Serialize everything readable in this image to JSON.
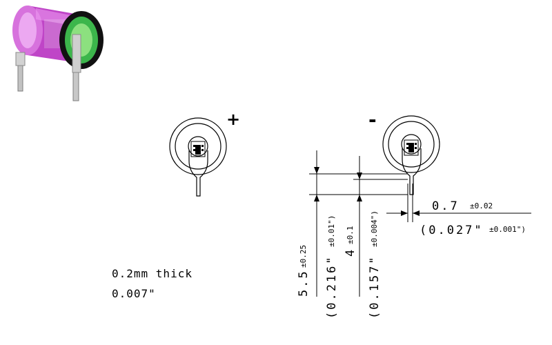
{
  "symbols": {
    "positive": "+",
    "negative": "-"
  },
  "dimensions": {
    "tab_width_mm": "0.7",
    "tab_width_mm_tol": "±0.02",
    "tab_width_in": "(0.027\"",
    "tab_width_in_tol": "±0.001\")",
    "outer_length_mm": "5.5",
    "outer_length_mm_tol": "±0.25",
    "outer_length_in": "(0.216\"",
    "outer_length_in_tol": "±0.01\")",
    "inner_length_mm": "4",
    "inner_length_mm_tol": "±0.1",
    "inner_length_in": "(0.157\"",
    "inner_length_in_tol": "±0.004\")"
  },
  "note": {
    "thickness_mm": "0.2mm thick",
    "thickness_in": "0.007\""
  },
  "colors": {
    "battery_body": "#c247c9",
    "battery_highlight": "#ec9df0",
    "terminal_green": "#39b54a",
    "terminal_dark": "#121212",
    "pin": "#b7b7b7"
  }
}
